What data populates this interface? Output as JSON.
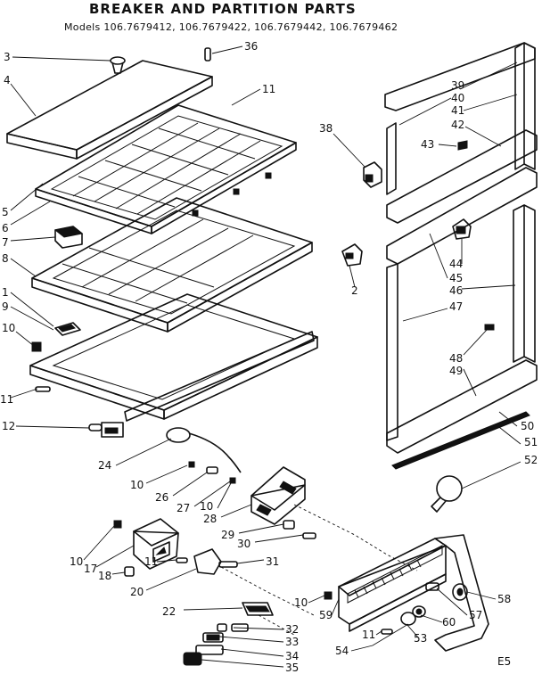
{
  "title": "BREAKER AND PARTITION PARTS",
  "subtitle": "Models 106.7679412, 106.7679422, 106.7679442, 106.7679462",
  "corner_code": "E5",
  "callouts": [
    {
      "id": "c3",
      "text": "3"
    },
    {
      "id": "c4",
      "text": "4"
    },
    {
      "id": "c36",
      "text": "36"
    },
    {
      "id": "c11a",
      "text": "11"
    },
    {
      "id": "c5",
      "text": "5"
    },
    {
      "id": "c6",
      "text": "6"
    },
    {
      "id": "c7",
      "text": "7"
    },
    {
      "id": "c8",
      "text": "8"
    },
    {
      "id": "c1",
      "text": "1"
    },
    {
      "id": "c9",
      "text": "9"
    },
    {
      "id": "c10a",
      "text": "10"
    },
    {
      "id": "c11b",
      "text": "11"
    },
    {
      "id": "c12",
      "text": "12"
    },
    {
      "id": "c24",
      "text": "24"
    },
    {
      "id": "c10b",
      "text": "10"
    },
    {
      "id": "c26",
      "text": "26"
    },
    {
      "id": "c27",
      "text": "27"
    },
    {
      "id": "c10c",
      "text": "10"
    },
    {
      "id": "c28",
      "text": "28"
    },
    {
      "id": "c29",
      "text": "29"
    },
    {
      "id": "c30",
      "text": "30"
    },
    {
      "id": "c10d",
      "text": "10"
    },
    {
      "id": "c17",
      "text": "17"
    },
    {
      "id": "c18",
      "text": "18"
    },
    {
      "id": "c11c",
      "text": "11"
    },
    {
      "id": "c31",
      "text": "31"
    },
    {
      "id": "c20",
      "text": "20"
    },
    {
      "id": "c22",
      "text": "22"
    },
    {
      "id": "c10e",
      "text": "10"
    },
    {
      "id": "c59",
      "text": "59"
    },
    {
      "id": "c32",
      "text": "32"
    },
    {
      "id": "c33",
      "text": "33"
    },
    {
      "id": "c34",
      "text": "34"
    },
    {
      "id": "c35",
      "text": "35"
    },
    {
      "id": "c11d",
      "text": "11"
    },
    {
      "id": "c54",
      "text": "54"
    },
    {
      "id": "c53",
      "text": "53"
    },
    {
      "id": "c60",
      "text": "60"
    },
    {
      "id": "c57",
      "text": "57"
    },
    {
      "id": "c58",
      "text": "58"
    },
    {
      "id": "c38",
      "text": "38"
    },
    {
      "id": "c2",
      "text": "2"
    },
    {
      "id": "c39",
      "text": "39"
    },
    {
      "id": "c40",
      "text": "40"
    },
    {
      "id": "c41",
      "text": "41"
    },
    {
      "id": "c42",
      "text": "42"
    },
    {
      "id": "c43",
      "text": "43"
    },
    {
      "id": "c44",
      "text": "44"
    },
    {
      "id": "c45",
      "text": "45"
    },
    {
      "id": "c46",
      "text": "46"
    },
    {
      "id": "c47",
      "text": "47"
    },
    {
      "id": "c48",
      "text": "48"
    },
    {
      "id": "c49",
      "text": "49"
    },
    {
      "id": "c50",
      "text": "50"
    },
    {
      "id": "c51",
      "text": "51"
    },
    {
      "id": "c52",
      "text": "52"
    }
  ]
}
